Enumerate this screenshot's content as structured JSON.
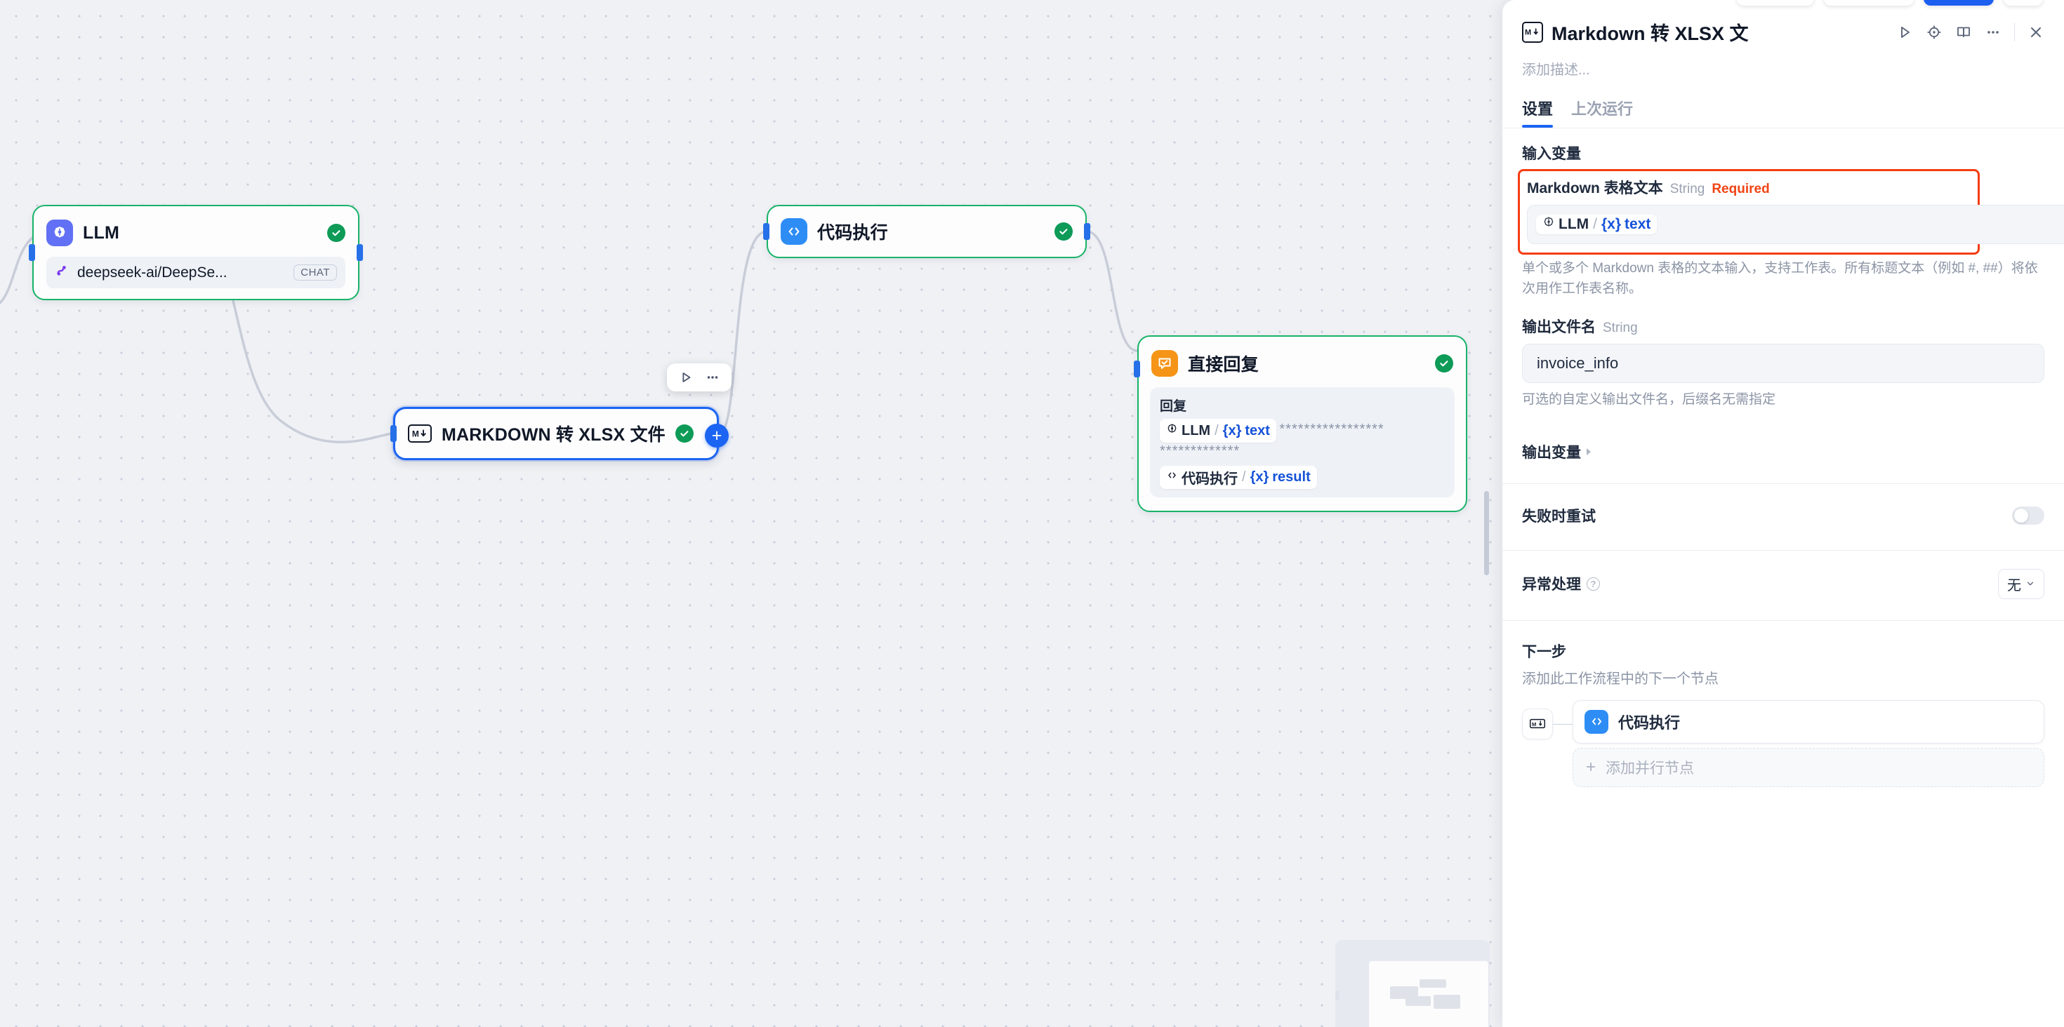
{
  "canvas": {
    "nodes": [
      {
        "id": "llm",
        "title": "LLM",
        "icon": "llm-brain-icon",
        "status": "success",
        "model": "deepseek-ai/DeepSe...",
        "model_tag": "CHAT"
      },
      {
        "id": "code",
        "title": "代码执行",
        "icon": "code-brackets-icon",
        "status": "success"
      },
      {
        "id": "markdown",
        "title": "MARKDOWN 转 XLSX 文件",
        "icon": "markdown-icon",
        "status": "success",
        "selected": true,
        "add_label": "+"
      },
      {
        "id": "answer",
        "title": "直接回复",
        "icon": "answer-bubble-icon",
        "status": "success",
        "reply_label": "回复",
        "vars": [
          {
            "source": "LLM",
            "name": "text",
            "icon": "llm-brain-icon"
          },
          {
            "source": "代码执行",
            "name": "result",
            "icon": "code-brackets-icon"
          }
        ],
        "masked_text_1": "*****************",
        "masked_text_2": "*************"
      }
    ],
    "mini_toolbar": {
      "run_icon": "play-icon",
      "more_icon": "ellipsis-icon"
    },
    "minimap": "minimap"
  },
  "panel": {
    "icon": "markdown-icon",
    "title": "Markdown 转 XLSX 文",
    "description_placeholder": "添加描述...",
    "actions": [
      {
        "name": "run-icon",
        "glyph": "play"
      },
      {
        "name": "target-icon",
        "glyph": "target"
      },
      {
        "name": "book-icon",
        "glyph": "book"
      },
      {
        "name": "more-icon",
        "glyph": "ellipsis"
      },
      {
        "name": "close-icon",
        "glyph": "close"
      }
    ],
    "tabs": [
      {
        "label": "设置",
        "active": true
      },
      {
        "label": "上次运行",
        "active": false
      }
    ],
    "input_section": {
      "title": "输入变量",
      "field": {
        "label": "Markdown 表格文本",
        "type": "String",
        "required_label": "Required",
        "value_var": {
          "source": "LLM",
          "name": "text"
        },
        "hint": "单个或多个 Markdown 表格的文本输入，支持工作表。所有标题文本（例如 #, ##）将依次用作工作表名称。"
      },
      "filename_field": {
        "label": "输出文件名",
        "type": "String",
        "value": "invoice_info",
        "hint": "可选的自定义输出文件名，后缀名无需指定"
      }
    },
    "output_section": {
      "title": "输出变量"
    },
    "retry": {
      "label": "失败时重试",
      "enabled": false
    },
    "error_handling": {
      "label": "异常处理",
      "value": "无"
    },
    "next_step": {
      "title": "下一步",
      "description": "添加此工作流程中的下一个节点",
      "source_icon": "markdown-icon",
      "node": {
        "title": "代码执行",
        "icon": "code-brackets-icon"
      },
      "add_parallel_label": "添加并行节点",
      "add_parallel_plus": "+"
    }
  }
}
